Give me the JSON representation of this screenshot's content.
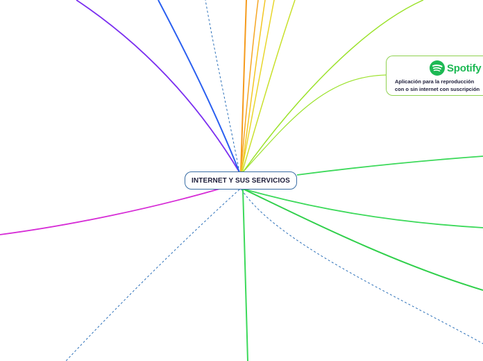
{
  "mindmap": {
    "central_topic": "INTERNET Y SUS SERVICIOS",
    "nodes": [
      {
        "logo_text": "Spotify",
        "logo_icon": "spotify-icon",
        "description_lines": [
          "Aplicación para la reproducción",
          "con o sin internet con suscripción"
        ]
      }
    ]
  },
  "colors": {
    "central_border": "#3a6ea5",
    "spotify_border": "#8fd14f",
    "spotify_green": "#1db954",
    "branch_purple": "#7b2ff0",
    "branch_blue": "#2a5ff0",
    "branch_orange": "#f59a1b",
    "branch_lime": "#9be22a",
    "branch_green": "#3cd95a",
    "branch_magenta": "#d62bd6",
    "dashed_blue": "#2a6fb8"
  }
}
